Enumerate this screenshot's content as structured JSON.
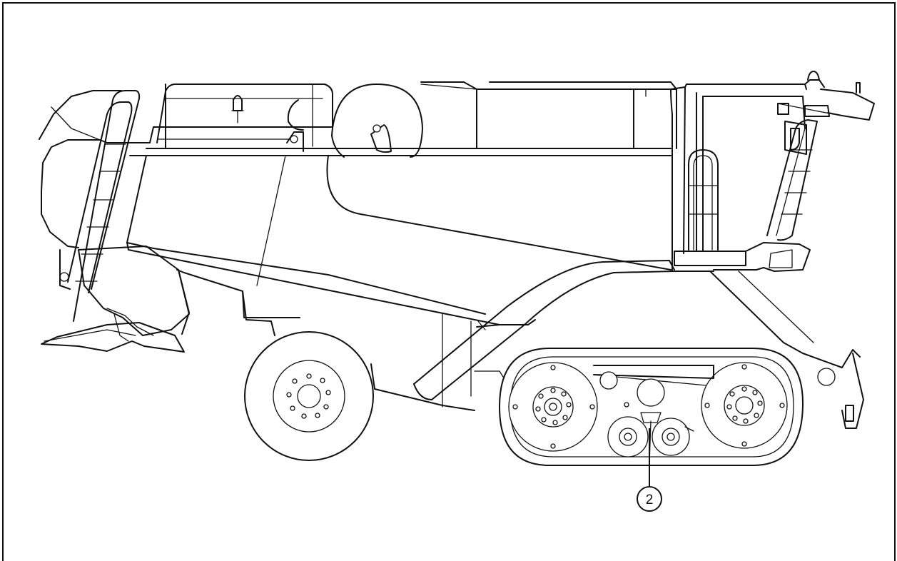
{
  "figure": {
    "subject": "combine-harvester-side-view",
    "callouts": [
      {
        "label": "2",
        "target": "rear-track-roller-assembly"
      }
    ]
  }
}
